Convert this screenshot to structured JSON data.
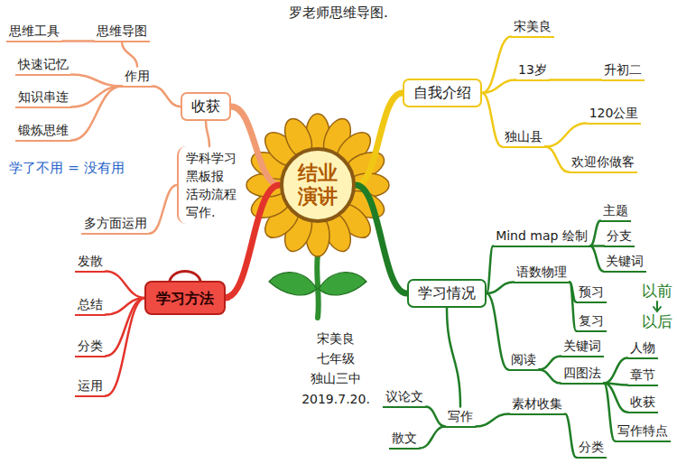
{
  "diagram": {
    "title": "罗老师思维导图.",
    "nodes": [
      {
        "text": [
          "结业 演讲"
        ]
      },
      {
        "text": [
          "收获"
        ]
      },
      {
        "text": [
          "作用"
        ]
      },
      {
        "text": [
          "思维导图"
        ]
      },
      {
        "text": [
          "思维工具"
        ]
      },
      {
        "text": [
          "快速记忆"
        ]
      },
      {
        "text": [
          "知识串连"
        ]
      },
      {
        "text": [
          "锻炼思维"
        ]
      },
      {
        "text": [
          "学科学习",
          "黑板报",
          "活动流程",
          "写作."
        ]
      },
      {
        "text": [
          "多方面运用"
        ]
      },
      {
        "text": [
          "自我介绍"
        ]
      },
      {
        "text": [
          "宋美良"
        ]
      },
      {
        "text": [
          "13岁"
        ]
      },
      {
        "text": [
          "升初二"
        ]
      },
      {
        "text": [
          "独山县"
        ]
      },
      {
        "text": [
          "120公里"
        ]
      },
      {
        "text": [
          "欢迎你做客"
        ]
      },
      {
        "text": [
          "学习方法"
        ]
      },
      {
        "text": [
          "发散"
        ]
      },
      {
        "text": [
          "总结"
        ]
      },
      {
        "text": [
          "分类"
        ]
      },
      {
        "text": [
          "运用"
        ]
      },
      {
        "text": [
          "学习情况"
        ]
      },
      {
        "text": [
          "Mind map 绘制"
        ]
      },
      {
        "text": [
          "主题"
        ]
      },
      {
        "text": [
          "分支"
        ]
      },
      {
        "text": [
          "关键词"
        ]
      },
      {
        "text": [
          "语数物理"
        ]
      },
      {
        "text": [
          "预习"
        ]
      },
      {
        "text": [
          "复习"
        ]
      },
      {
        "text": [
          "阅读"
        ]
      },
      {
        "text": [
          "关键词"
        ]
      },
      {
        "text": [
          "四图法"
        ]
      },
      {
        "text": [
          "人物"
        ]
      },
      {
        "text": [
          "章节"
        ]
      },
      {
        "text": [
          "收获"
        ]
      },
      {
        "text": [
          "写作特点"
        ]
      },
      {
        "text": [
          "写作"
        ]
      },
      {
        "text": [
          "议论文"
        ]
      },
      {
        "text": [
          "散文"
        ]
      },
      {
        "text": [
          "素材收集"
        ]
      },
      {
        "text": [
          "分类"
        ]
      }
    ],
    "edges": [
      {
        "from": 0,
        "to": 1,
        "arrow": "none"
      },
      {
        "from": 1,
        "to": 2,
        "arrow": "none"
      },
      {
        "from": 2,
        "to": 3,
        "arrow": "none"
      },
      {
        "from": 3,
        "to": 4,
        "arrow": "none"
      },
      {
        "from": 2,
        "to": 5,
        "arrow": "none"
      },
      {
        "from": 2,
        "to": 6,
        "arrow": "none"
      },
      {
        "from": 2,
        "to": 7,
        "arrow": "none"
      },
      {
        "from": 1,
        "to": 8,
        "arrow": "none"
      },
      {
        "from": 9,
        "to": 8,
        "arrow": "none"
      },
      {
        "from": 0,
        "to": 10,
        "arrow": "none"
      },
      {
        "from": 10,
        "to": 11,
        "arrow": "none"
      },
      {
        "from": 10,
        "to": 12,
        "arrow": "none"
      },
      {
        "from": 12,
        "to": 13,
        "arrow": "none"
      },
      {
        "from": 10,
        "to": 14,
        "arrow": "none"
      },
      {
        "from": 14,
        "to": 15,
        "arrow": "none"
      },
      {
        "from": 14,
        "to": 16,
        "arrow": "none"
      },
      {
        "from": 0,
        "to": 17,
        "arrow": "none"
      },
      {
        "from": 17,
        "to": 18,
        "arrow": "none"
      },
      {
        "from": 17,
        "to": 19,
        "arrow": "none"
      },
      {
        "from": 17,
        "to": 20,
        "arrow": "none"
      },
      {
        "from": 17,
        "to": 21,
        "arrow": "none"
      },
      {
        "from": 0,
        "to": 22,
        "arrow": "none"
      },
      {
        "from": 22,
        "to": 23,
        "arrow": "none"
      },
      {
        "from": 23,
        "to": 24,
        "arrow": "none"
      },
      {
        "from": 23,
        "to": 25,
        "arrow": "none"
      },
      {
        "from": 23,
        "to": 26,
        "arrow": "none"
      },
      {
        "from": 22,
        "to": 27,
        "arrow": "none"
      },
      {
        "from": 27,
        "to": 28,
        "arrow": "none"
      },
      {
        "from": 27,
        "to": 29,
        "arrow": "none"
      },
      {
        "from": 22,
        "to": 30,
        "arrow": "none"
      },
      {
        "from": 30,
        "to": 31,
        "arrow": "none"
      },
      {
        "from": 30,
        "to": 32,
        "arrow": "none"
      },
      {
        "from": 32,
        "to": 33,
        "arrow": "none"
      },
      {
        "from": 32,
        "to": 34,
        "arrow": "none"
      },
      {
        "from": 32,
        "to": 35,
        "arrow": "none"
      },
      {
        "from": 32,
        "to": 36,
        "arrow": "none"
      },
      {
        "from": 22,
        "to": 37,
        "arrow": "none"
      },
      {
        "from": 37,
        "to": 38,
        "arrow": "none"
      },
      {
        "from": 37,
        "to": 39,
        "arrow": "none"
      },
      {
        "from": 37,
        "to": 40,
        "arrow": "none"
      },
      {
        "from": 40,
        "to": 41,
        "arrow": "none"
      }
    ],
    "labels": [
      "学了不用 = 没有用",
      "以前",
      "以后",
      "宋美良",
      "七年级",
      "独山三中",
      "2019.7.20."
    ]
  }
}
